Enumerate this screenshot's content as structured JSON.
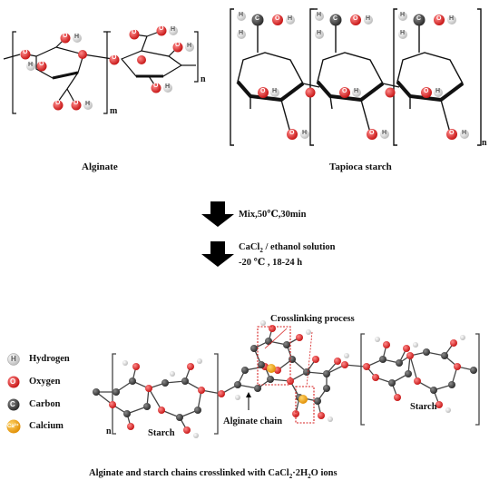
{
  "labels": {
    "alginate": "Alginate",
    "tapioca_starch": "Tapioca starch",
    "step1": "Mix,50℃,30min",
    "step2_line1_pre": "CaCl",
    "step2_line1_sub": "2",
    "step2_line1_post": " / ethanol solution",
    "step2_line2": "-20 ℃ , 18-24 h",
    "crosslinking_process": "Crosslinking process",
    "alginate_chain": "Alginate chain",
    "starch_left": "Starch",
    "starch_right": "Starch",
    "caption_pre": "Alginate and starch chains crosslinked with CaCl",
    "caption_sub": "2",
    "caption_post": "·2H",
    "caption_sub2": "2",
    "caption_end": "O ions"
  },
  "atom_letters": {
    "hydrogen": "H",
    "oxygen": "O",
    "carbon": "C",
    "calcium": "Ca²⁺"
  },
  "subscripts": {
    "alginate_m": "m",
    "alginate_n": "n",
    "starch_n": "n",
    "chain_n": "n"
  },
  "legend": [
    {
      "name": "Hydrogen",
      "symbol": "H",
      "color": "#d6d6d6"
    },
    {
      "name": "Oxygen",
      "symbol": "O",
      "color": "#d62020"
    },
    {
      "name": "Carbon",
      "symbol": "C",
      "color": "#3a3a3a"
    },
    {
      "name": "Calcium",
      "symbol": "Ca²⁺",
      "color": "#f4a300"
    }
  ],
  "colors": {
    "ring_bond": "#111111",
    "hydrogen": "#d6d6d6",
    "oxygen": "#d62020",
    "carbon": "#3a3a3a",
    "calcium": "#f4a300",
    "highlight_box": "#d62020",
    "arrow": "#000000"
  }
}
